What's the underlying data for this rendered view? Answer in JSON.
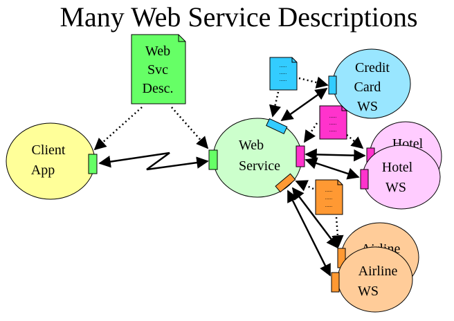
{
  "title": "Many Web Service Descriptions",
  "nodes": {
    "client": [
      "Client",
      "App"
    ],
    "web_service": [
      "Web",
      "Service"
    ],
    "credit_card": [
      "Credit",
      "Card",
      "WS"
    ],
    "hotel_back": [
      "Hotel",
      "WS"
    ],
    "hotel": [
      "Hotel",
      "WS"
    ],
    "airline_back": [
      "Airline",
      "WS"
    ],
    "airline": [
      "Airline",
      "WS"
    ]
  },
  "documents": {
    "web_svc_desc": [
      "Web",
      "Svc",
      "Desc."
    ],
    "doc_placeholder": "......"
  },
  "colors": {
    "client": "#ffff99",
    "web_service": "#ccffcc",
    "credit_card": "#99e6ff",
    "hotel": "#ffccff",
    "airline": "#ffcc99",
    "green_port": "#66ff66",
    "blue_port": "#33ccff",
    "magenta_port": "#ff33cc",
    "orange_port": "#ff9933"
  }
}
